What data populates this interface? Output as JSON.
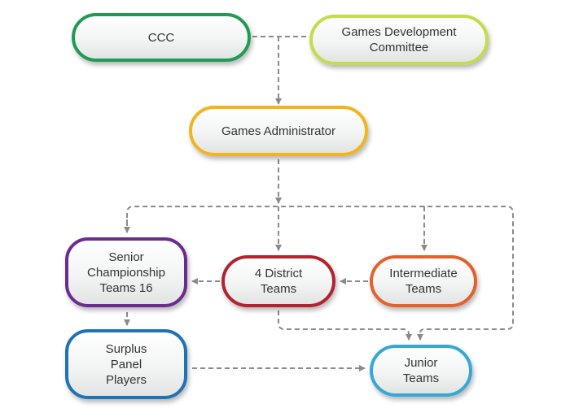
{
  "nodes": {
    "ccc": {
      "label": "CCC",
      "color": "#1f9b55"
    },
    "games_dev_committee": {
      "label": "Games Development\nCommittee",
      "color": "#c4dc4a"
    },
    "games_administrator": {
      "label": "Games Administrator",
      "color": "#f2b51e"
    },
    "senior_championship": {
      "label": "Senior\nChampionship\nTeams 16",
      "color": "#6a2c8e"
    },
    "district_teams": {
      "label": "4 District\nTeams",
      "color": "#b3222e"
    },
    "intermediate_teams": {
      "label": "Intermediate\nTeams",
      "color": "#e2622c"
    },
    "surplus_panel": {
      "label": "Surplus\nPanel\nPlayers",
      "color": "#1f72b4"
    },
    "junior_teams": {
      "label": "Junior\nTeams",
      "color": "#35a8d6"
    }
  },
  "connector_color": "#8a8a8a"
}
